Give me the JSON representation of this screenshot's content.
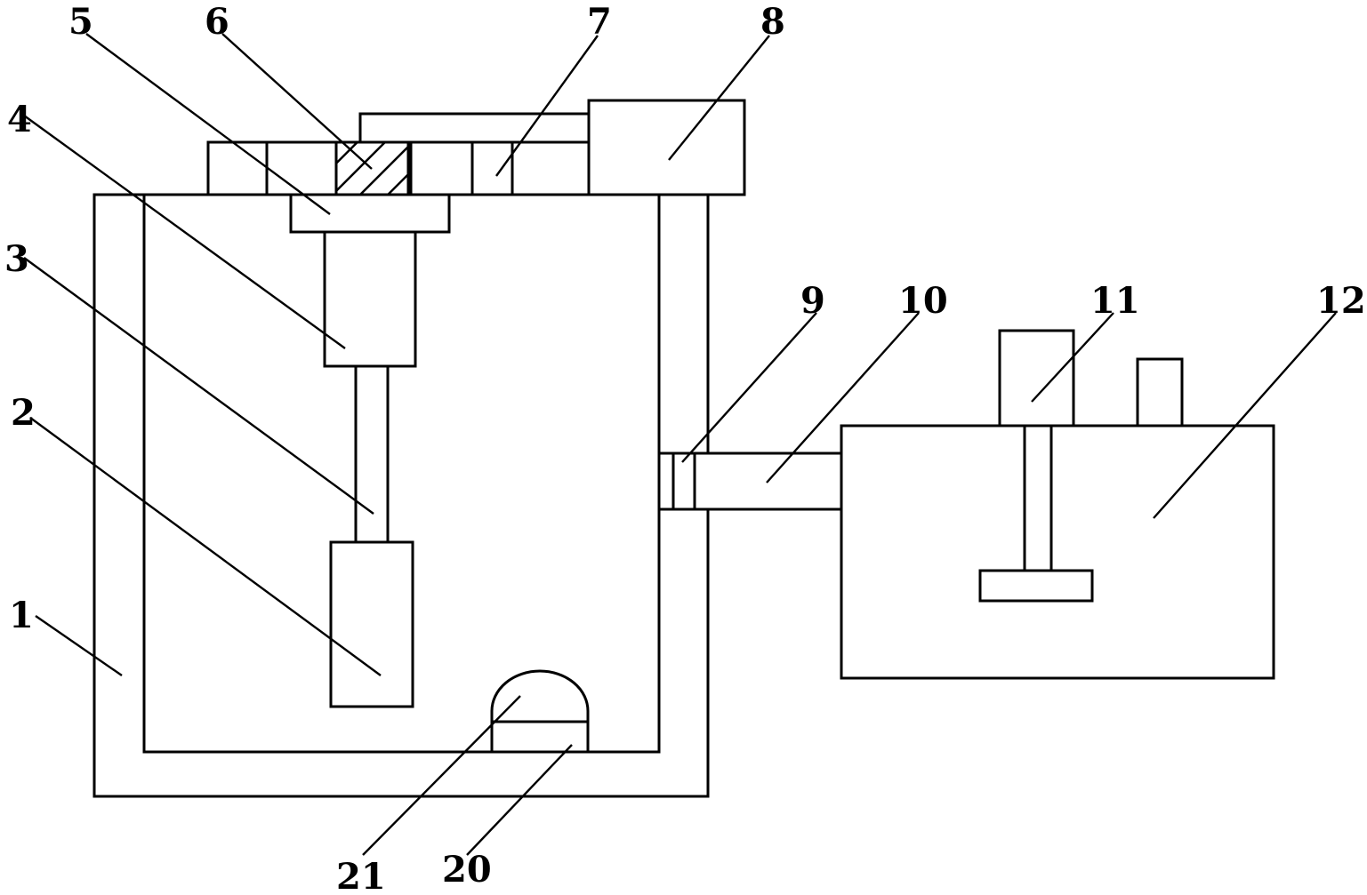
{
  "diagram": {
    "labels": {
      "l1": "1",
      "l2": "2",
      "l3": "3",
      "l4": "4",
      "l5": "5",
      "l6": "6",
      "l7": "7",
      "l8": "8",
      "l9": "9",
      "l10": "10",
      "l11": "11",
      "l12": "12",
      "l20": "20",
      "l21": "21"
    }
  }
}
